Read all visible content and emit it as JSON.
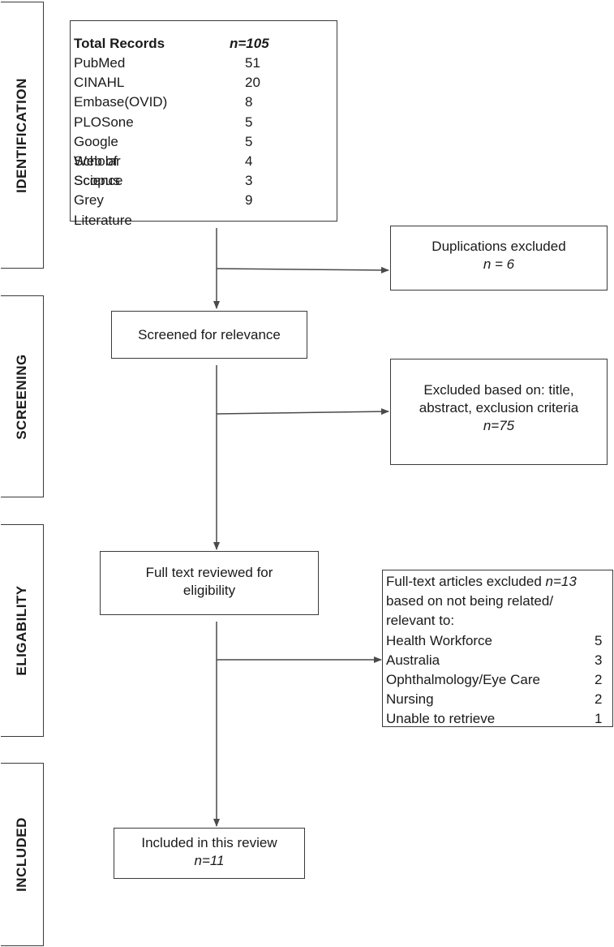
{
  "phases": {
    "identification": "IDENTIFICATION",
    "screening": "SCREENING",
    "eligibility": "ELIGABILITY",
    "included": "INCLUDED"
  },
  "identification_box": {
    "title": "Total Records",
    "total": "n=105",
    "sources": [
      {
        "name": "PubMed",
        "count": "51"
      },
      {
        "name": "CINAHL",
        "count": "20"
      },
      {
        "name": "Embase(OVID)",
        "count": "8"
      },
      {
        "name": "PLOSone",
        "count": "5"
      },
      {
        "name": "Google Scholar",
        "count": "5"
      },
      {
        "name": "Web of Science",
        "count": "4"
      },
      {
        "name": "Scopus",
        "count": "3"
      },
      {
        "name": "Grey Literature",
        "count": "9"
      }
    ]
  },
  "duplicates_box": {
    "line1": "Duplications excluded",
    "n": "n = 6"
  },
  "screened_box": {
    "label": "Screened for relevance"
  },
  "excluded_title_box": {
    "line1": "Excluded based on: title,",
    "line2": "abstract, exclusion criteria",
    "n": "n=75"
  },
  "fulltext_box": {
    "line1": "Full text reviewed for",
    "line2": "eligibility"
  },
  "fulltext_excluded_box": {
    "line1": "Full-text articles excluded",
    "n": "n=13",
    "line2": "based on not being related/",
    "line3": "relevant to:",
    "reasons": [
      {
        "name": "Health Workforce",
        "count": "5"
      },
      {
        "name": "Australia",
        "count": "3"
      },
      {
        "name": "Ophthalmology/Eye Care",
        "count": "2"
      },
      {
        "name": "Nursing",
        "count": "2"
      },
      {
        "name": "Unable to retrieve",
        "count": "1"
      }
    ]
  },
  "included_box": {
    "line1": "Included in this review",
    "n": "n=11"
  },
  "colors": {
    "line": "#4a4a4a",
    "border": "#3a3a3a"
  }
}
